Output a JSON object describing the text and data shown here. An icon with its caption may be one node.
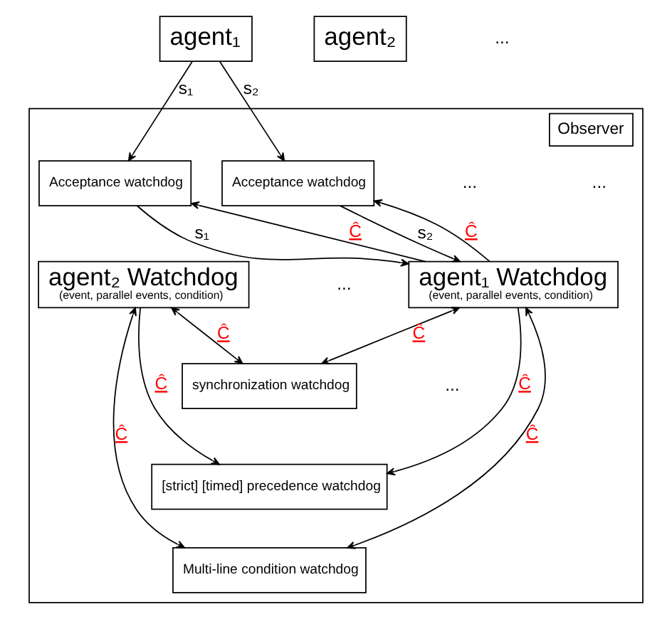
{
  "diagram": {
    "nodes": [
      {
        "text": [
          "agent₁"
        ]
      },
      {
        "text": [
          "agent₂"
        ]
      },
      {
        "text": [
          "Observer"
        ]
      },
      {
        "text": [
          "Acceptance watchdog"
        ],
        "in": 2
      },
      {
        "text": [
          "Acceptance watchdog"
        ],
        "in": 2
      },
      {
        "text": [
          "agent₁ Watchdog",
          "(event, parallel events, condition)"
        ],
        "in": 2
      },
      {
        "text": [
          "agent₂ Watchdog",
          "(event, parallel events, condition)"
        ],
        "in": 2
      },
      {
        "text": [
          "synchronization watchdog"
        ],
        "in": 2
      },
      {
        "text": [
          "[strict] [timed] precedence watchdog"
        ],
        "in": 2
      },
      {
        "text": [
          "Multi-line condition watchdog"
        ],
        "in": 2
      }
    ],
    "edges": [
      {
        "from": 0,
        "to": 3,
        "arrow": "to",
        "label": "s₁"
      },
      {
        "from": 0,
        "to": 4,
        "arrow": "to",
        "label": "s₂"
      },
      {
        "from": 3,
        "to": 5,
        "arrow": "to",
        "label": "s₁"
      },
      {
        "from": 5,
        "to": 3,
        "arrow": "to",
        "label": "Ĉ"
      },
      {
        "from": 4,
        "to": 5,
        "arrow": "to",
        "label": "s₂"
      },
      {
        "from": 5,
        "to": 4,
        "arrow": "to",
        "label": "Ĉ"
      },
      {
        "from": 5,
        "to": 7,
        "arrow": "both",
        "label": "Ĉ"
      },
      {
        "from": 6,
        "to": 7,
        "arrow": "both",
        "label": "Ĉ"
      },
      {
        "from": 5,
        "to": 8,
        "arrow": "to",
        "label": "Ĉ"
      },
      {
        "from": 6,
        "to": 8,
        "arrow": "to",
        "label": "Ĉ"
      },
      {
        "from": 5,
        "to": 9,
        "arrow": "both",
        "label": "Ĉ"
      },
      {
        "from": 6,
        "to": 9,
        "arrow": "both",
        "label": "Ĉ"
      }
    ],
    "labels": [
      "...",
      "...",
      "...",
      "...",
      "..."
    ]
  }
}
